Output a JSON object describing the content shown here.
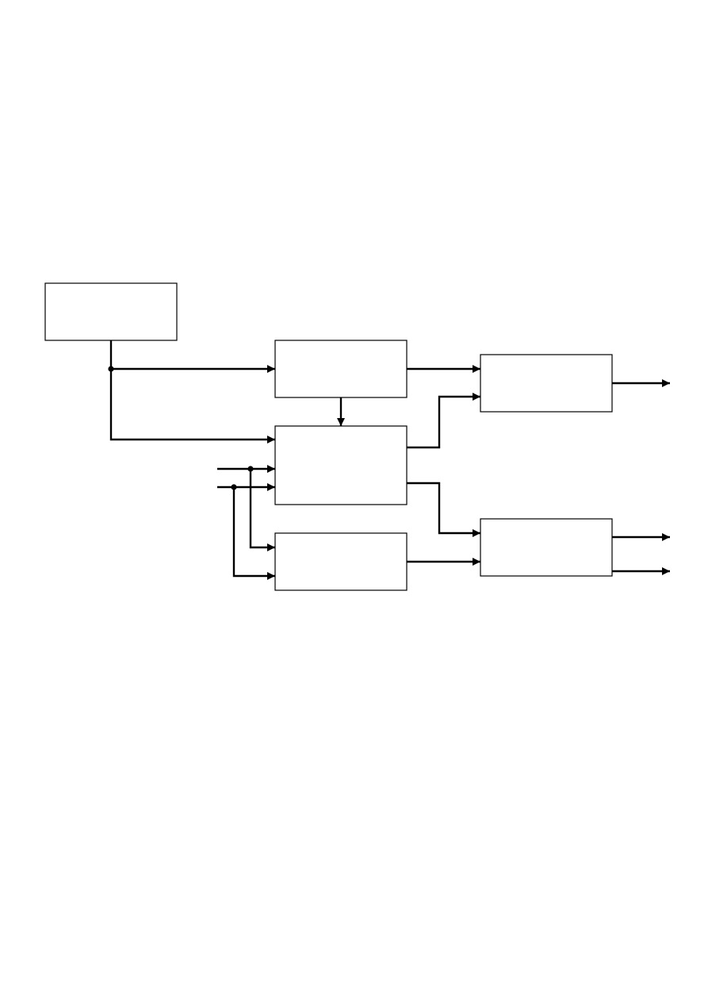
{
  "diagram": {
    "colors": {
      "background": "#ffffff",
      "stroke": "#000000"
    },
    "blocks": [
      {
        "id": "source",
        "label": ""
      },
      {
        "id": "block-a",
        "label": ""
      },
      {
        "id": "block-b",
        "label": ""
      },
      {
        "id": "block-c",
        "label": ""
      },
      {
        "id": "block-d",
        "label": ""
      },
      {
        "id": "block-e",
        "label": ""
      }
    ],
    "connections": [
      {
        "from": "source",
        "to": "block-a"
      },
      {
        "from": "source",
        "to": "block-b"
      },
      {
        "from": "block-a",
        "to": "block-b"
      },
      {
        "from": "block-a",
        "to": "block-d"
      },
      {
        "from": "block-b",
        "to": "block-d"
      },
      {
        "from": "block-b",
        "to": "block-e"
      },
      {
        "from": "input-1",
        "to": "block-b"
      },
      {
        "from": "input-2",
        "to": "block-b"
      },
      {
        "from": "input-1",
        "to": "block-c"
      },
      {
        "from": "input-2",
        "to": "block-c"
      },
      {
        "from": "block-c",
        "to": "block-e"
      },
      {
        "from": "block-d",
        "to": "output-1"
      },
      {
        "from": "block-e",
        "to": "output-2"
      },
      {
        "from": "block-e",
        "to": "output-3"
      }
    ]
  }
}
